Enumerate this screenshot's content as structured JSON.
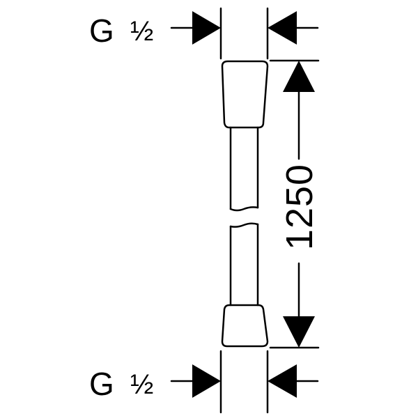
{
  "drawing": {
    "top_thread": {
      "prefix": "G",
      "size": "½"
    },
    "bottom_thread": {
      "prefix": "G",
      "size": "½"
    },
    "length_dimension": "1250",
    "line_color": "#000000",
    "background_color": "#ffffff"
  }
}
